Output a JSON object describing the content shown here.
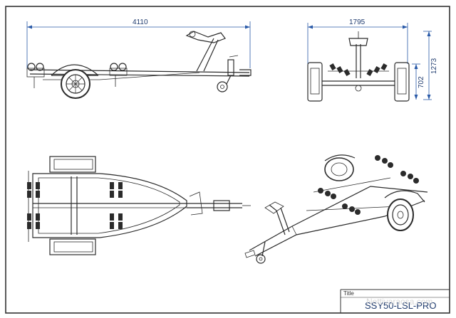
{
  "dimensions": {
    "side_length": "4110",
    "front_width": "1795",
    "front_height_total": "1273",
    "front_height_lower": "702"
  },
  "title_block": {
    "label": "Title",
    "model": "SSY50-LSL-PRO"
  },
  "watermark": "Nettivaraosa.com"
}
